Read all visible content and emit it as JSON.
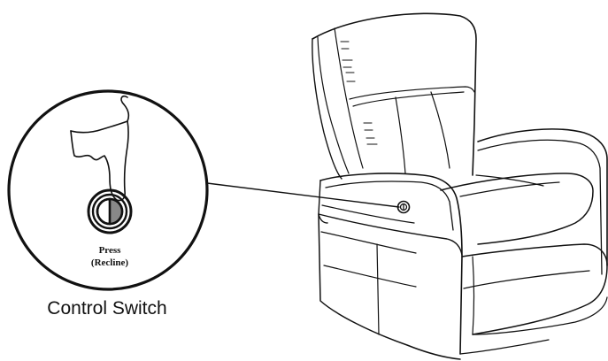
{
  "callout": {
    "press_label": "Press",
    "press_sub_label": "(Recline)"
  },
  "caption": "Control Switch",
  "colors": {
    "line": "#111111",
    "switch_fill": "#888888",
    "background": "#ffffff"
  },
  "icons": {
    "hand": "finger-pressing-icon",
    "switch": "round-control-switch-icon"
  }
}
